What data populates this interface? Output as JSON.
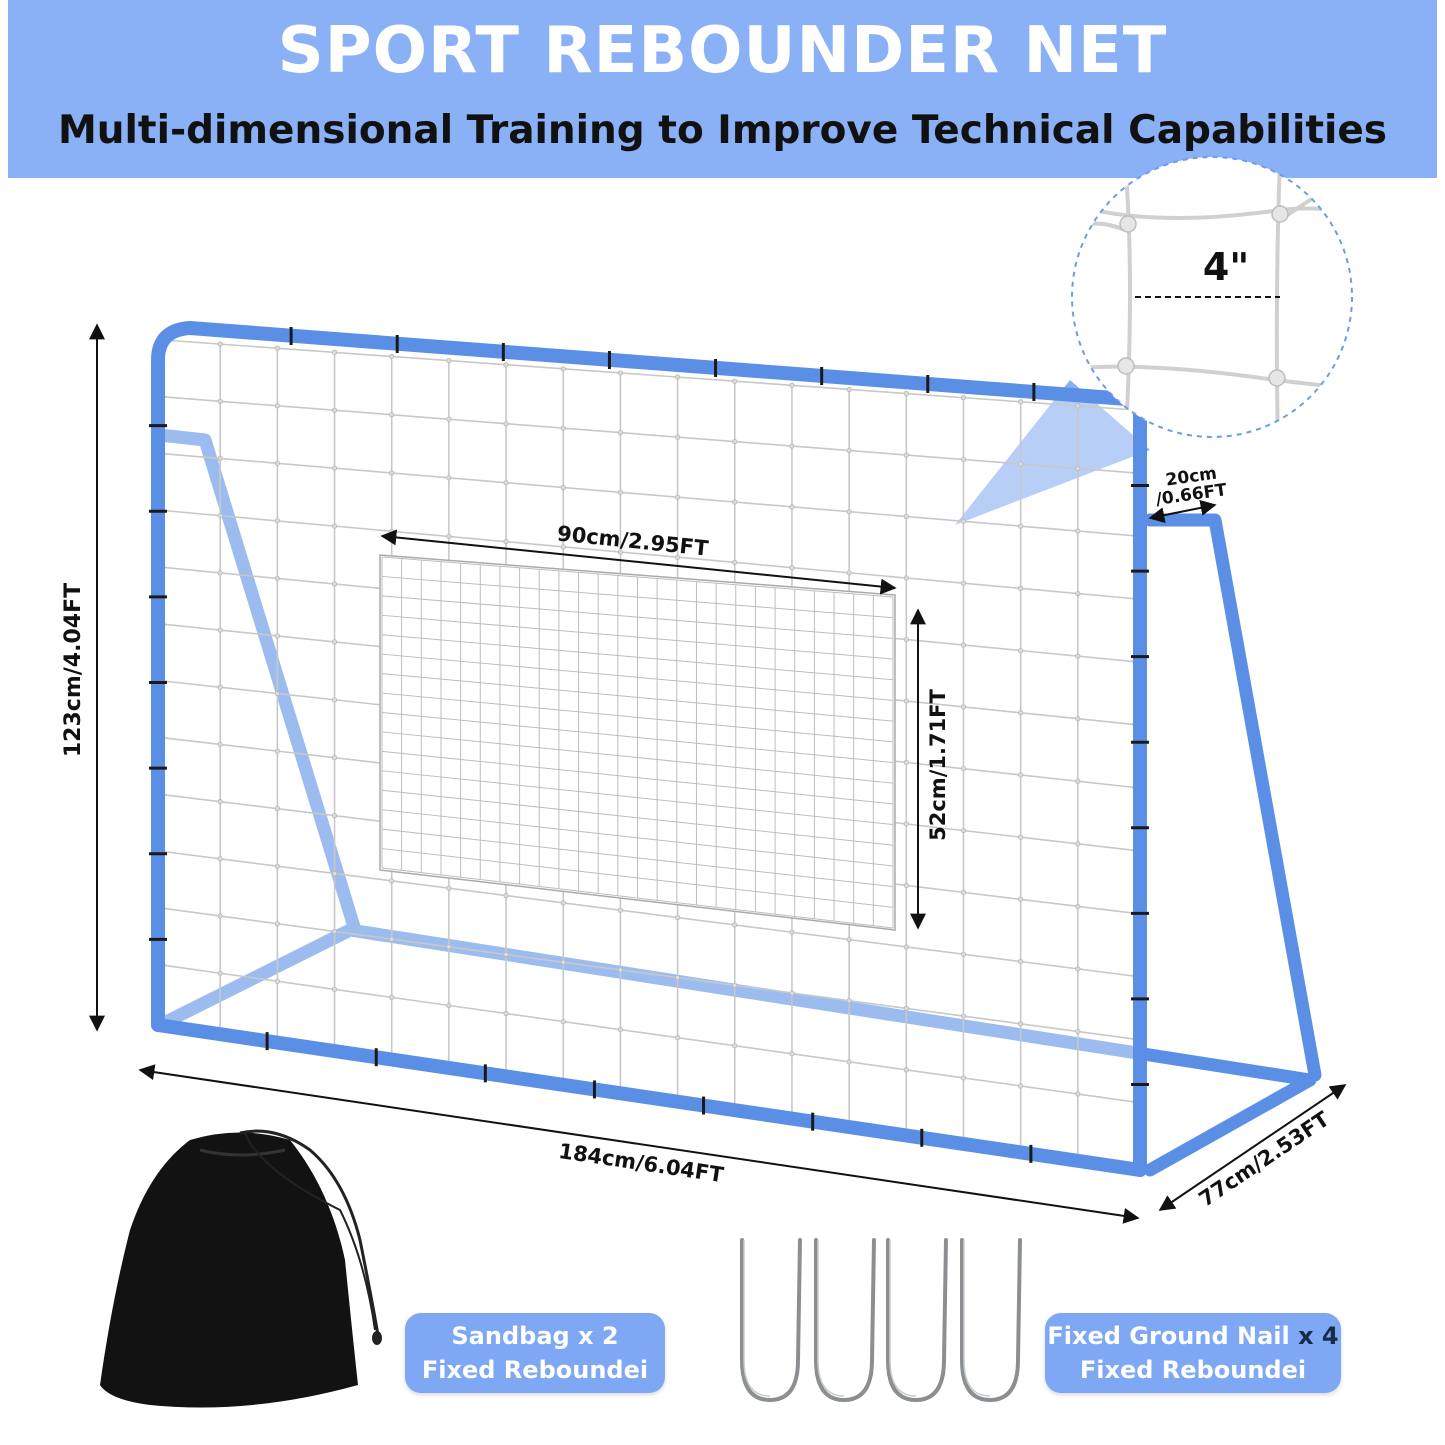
{
  "header": {
    "title": "SPORT REBOUNDER NET",
    "subtitle": "Multi-dimensional Training to Improve Technical Capabilities"
  },
  "dimensions": {
    "height_label": "123cm/4.04FT",
    "length_label": "184cm/6.04FT",
    "depth_label": "77cm/2.53FT",
    "target_width_label": "90cm/2.95FT",
    "target_height_label": "52cm/1.71FT",
    "offset_label_line1": "20cm",
    "offset_label_line2": "/0.66FT",
    "mesh_size_label": "4\""
  },
  "accessories": {
    "sandbag": {
      "line1": "Sandbag x 2",
      "line2": "Fixed Reboundei"
    },
    "nail": {
      "line1_text": "Fixed Ground Nail",
      "line1_qty": "x 4",
      "line2": "Fixed Reboundei"
    }
  },
  "colors": {
    "banner": "#8ab0f6",
    "frame": "#5b8fe6",
    "pill": "#7ea8f3",
    "bag": "#121212"
  }
}
